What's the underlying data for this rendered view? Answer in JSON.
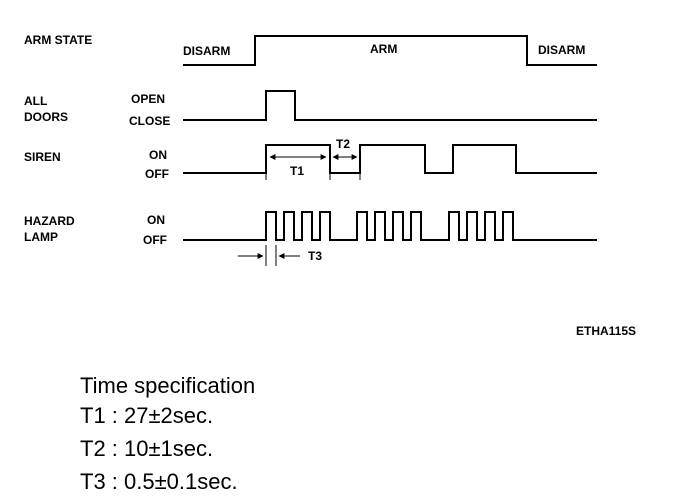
{
  "signals": {
    "arm_state": {
      "label": "ARM STATE",
      "states": {
        "disarm_left": "DISARM",
        "arm": "ARM",
        "disarm_right": "DISARM"
      }
    },
    "all_doors": {
      "label_line1": "ALL",
      "label_line2": "DOORS",
      "high": "OPEN",
      "low": "CLOSE"
    },
    "siren": {
      "label": "SIREN",
      "high": "ON",
      "low": "OFF"
    },
    "hazard_lamp": {
      "label_line1": "HAZARD",
      "label_line2": "LAMP",
      "high": "ON",
      "low": "OFF"
    }
  },
  "intervals": {
    "t1": "T1",
    "t2": "T2",
    "t3": "T3"
  },
  "figure_code": "ETHA115S",
  "spec": {
    "title": "Time specification",
    "lines": [
      "T1 : 27±2sec.",
      "T2 : 10±1sec.",
      "T3 : 0.5±0.1sec."
    ]
  }
}
